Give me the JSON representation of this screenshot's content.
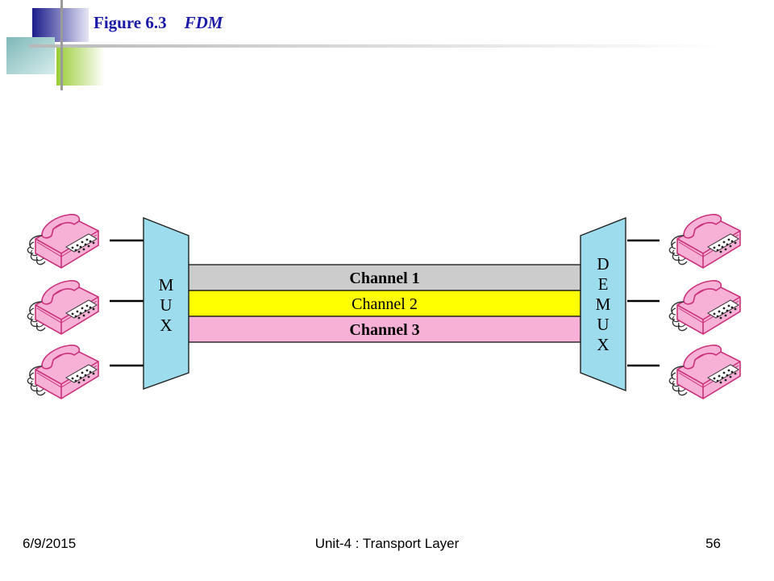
{
  "slide": {
    "figure_label": "Figure 6.3",
    "figure_title": "FDM"
  },
  "diagram": {
    "mux_letters": [
      "M",
      "U",
      "X"
    ],
    "demux_letters": [
      "D",
      "E",
      "M",
      "U",
      "X"
    ],
    "channels": [
      {
        "label": "Channel 1",
        "color": "#cccccc",
        "bold": true
      },
      {
        "label": "Channel 2",
        "color": "#ffff00",
        "bold": false
      },
      {
        "label": "Channel 3",
        "color": "#f7b0d6",
        "bold": true
      }
    ],
    "colors": {
      "mux_fill": "#9ddcec",
      "phone_pink": "#f7b0d6",
      "phone_dark": "#c9327a",
      "title_blue": "#1a1aa6"
    },
    "icons": [
      "telephone-icon"
    ]
  },
  "footer": {
    "date": "6/9/2015",
    "center": "Unit-4 : Transport Layer",
    "page": "56"
  }
}
